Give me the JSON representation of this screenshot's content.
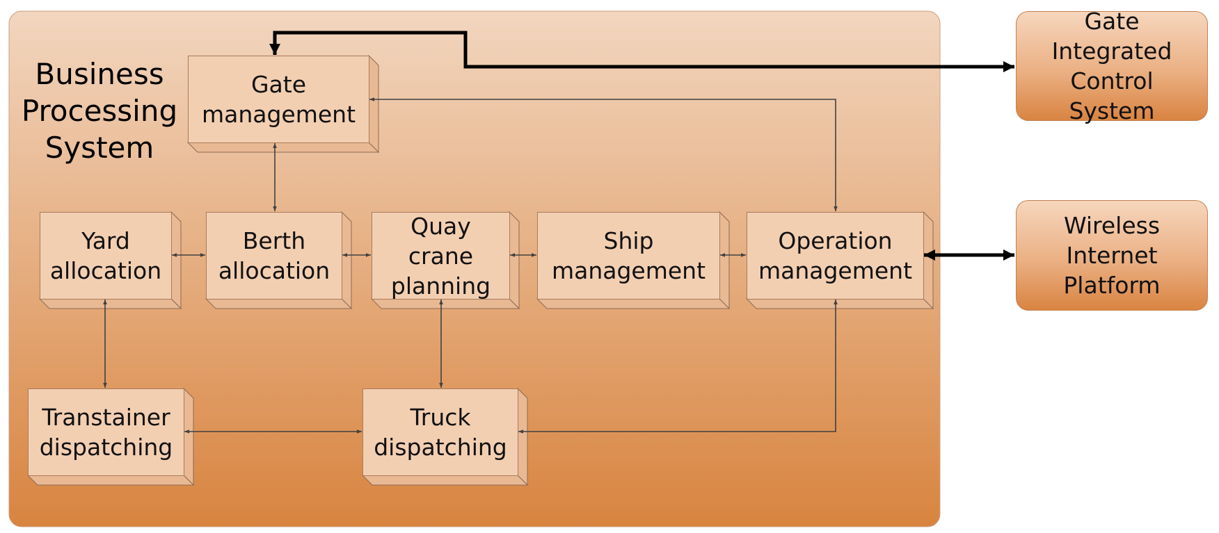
{
  "panel": {
    "title": "Business\nProcessing\nSystem"
  },
  "modules": {
    "gate_management": "Gate\nmanagement",
    "yard_allocation": "Yard\nallocation",
    "berth_allocation": "Berth\nallocation",
    "quay_crane_planning": "Quay\ncrane\nplanning",
    "ship_management": "Ship\nmanagement",
    "operation_management": "Operation\nmanagement",
    "transtainer_dispatching": "Transtainer\ndispatching",
    "truck_dispatching": "Truck\ndispatching"
  },
  "external_systems": {
    "gate_integrated_control": "Gate\nIntegrated\nControl\nSystem",
    "wireless_internet_platform": "Wireless\nInternet\nPlatform"
  },
  "colors": {
    "panel_top": "#f2d6bf",
    "panel_bottom": "#d8843f",
    "box_fill": "#f3cfb2",
    "connector": "#404040",
    "external_link": "#000000"
  }
}
